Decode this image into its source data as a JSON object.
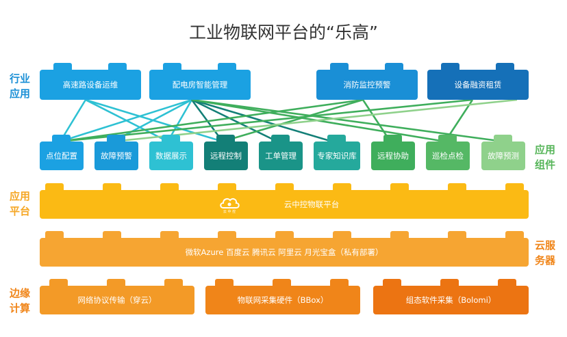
{
  "title": "工业物联网平台的“乐高”",
  "side_labels": {
    "industry_app": [
      "行业",
      "应用"
    ],
    "app_components": [
      "应用",
      "组件"
    ],
    "app_platform": [
      "应用",
      "平台"
    ],
    "cloud_servers": [
      "云服",
      "务器"
    ],
    "edge_computing": [
      "边缘",
      "计算"
    ]
  },
  "industry_apps": [
    "高速路设备运维",
    "配电房智能管理",
    "消防监控预警",
    "设备融资租赁"
  ],
  "components": [
    "点位配置",
    "故障预警",
    "数据展示",
    "远程控制",
    "工单管理",
    "专家知识库",
    "远程协助",
    "巡检点检",
    "故障预测"
  ],
  "platform": {
    "label": "云中控物联平台",
    "logo_text": "云 中 控"
  },
  "cloud_servers": "微软Azure 百度云 腾讯云 阿里云 月光宝盒（私有部署）",
  "edge": [
    "网络协议传输（穿云）",
    "物联网采集硬件（BBox）",
    "组态软件采集（Bolomi）"
  ],
  "colors": {
    "blue_light": "#1ba1e2",
    "blue_dark": "#1570b8",
    "teal": "#2ec1d3",
    "dark_teal": "#137f77",
    "green": "#3fae5c",
    "light_green": "#8fd18b",
    "yellow": "#fbba14",
    "orange_light": "#f6a532",
    "orange": "#f08519",
    "side_blue": "#1a8fd6",
    "side_green": "#56b559",
    "side_yellow": "#f5a623",
    "side_orange": "#f08519"
  }
}
